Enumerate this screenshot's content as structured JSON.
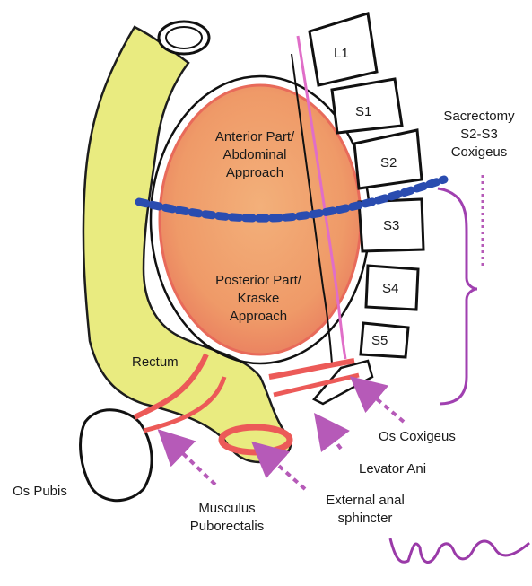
{
  "diagram": {
    "vertebrae": {
      "l1": "L1",
      "s1": "S1",
      "s2": "S2",
      "s3": "S3",
      "s4": "S4",
      "s5": "S5"
    },
    "tumor": {
      "anterior": [
        "Anterior Part/",
        "Abdominal",
        "Approach"
      ],
      "posterior": [
        "Posterior Part/",
        "Kraske",
        "Approach"
      ]
    },
    "sacrectomy": [
      "Sacrectomy",
      "S2-S3",
      "Coxigeus"
    ],
    "labels": {
      "rectum": "Rectum",
      "os_pubis": "Os Pubis",
      "musculus": [
        "Musculus",
        "Puborectalis"
      ],
      "external": [
        "External anal",
        "sphincter"
      ],
      "levator": "Levator Ani",
      "os_coxigeus": "Os Coxigeus"
    },
    "signature": "yuda",
    "colors": {
      "rectum_fill": "#e8ea7a",
      "tumor_fill": "#f0a070",
      "tumor_edge": "#e86a5a",
      "dotted_line": "#2a4cb0",
      "arrow": "#b65ab8",
      "muscle": "#ec5a58",
      "spine_line": "#e06ec8",
      "outline": "#111111"
    }
  }
}
